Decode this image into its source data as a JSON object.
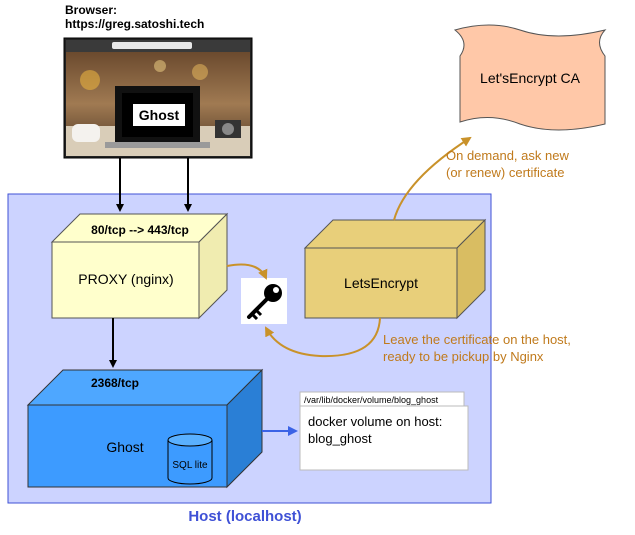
{
  "browser": {
    "title_line1": "Browser:",
    "title_line2": "https://greg.satoshi.tech",
    "logo_text": "Ghost"
  },
  "host": {
    "label": "Host (localhost)"
  },
  "proxy": {
    "ports": "80/tcp --> 443/tcp",
    "label": "PROXY (nginx)"
  },
  "letsencrypt": {
    "label": "LetsEncrypt"
  },
  "ca": {
    "label": "Let'sEncrypt CA"
  },
  "ghost": {
    "port": "2368/tcp",
    "label": "Ghost",
    "db_label": "SQL lite"
  },
  "volume": {
    "path": "/var/lib/docker/volume/blog_ghost",
    "line1": "docker volume on host:",
    "line2": "blog_ghost"
  },
  "notes": {
    "ca_line1": "On demand, ask new",
    "ca_line2": "(or renew) certificate",
    "cert_line1": "Leave the certificate on the host,",
    "cert_line2": "ready to be pickup by Nginx"
  },
  "colors": {
    "host_fill": "#ccd3ff",
    "host_border": "#3f51d6",
    "proxy_fill": "#ffffcc",
    "le_fill": "#e8cf7a",
    "ghost_fill": "#4ea7ff",
    "ca_fill": "#ffc8a8",
    "note": "#c07a1c",
    "volume_arrow": "#3b63e6",
    "host_label": "#3f51d6"
  },
  "icons": {
    "key": "key-icon",
    "database": "database-icon"
  }
}
